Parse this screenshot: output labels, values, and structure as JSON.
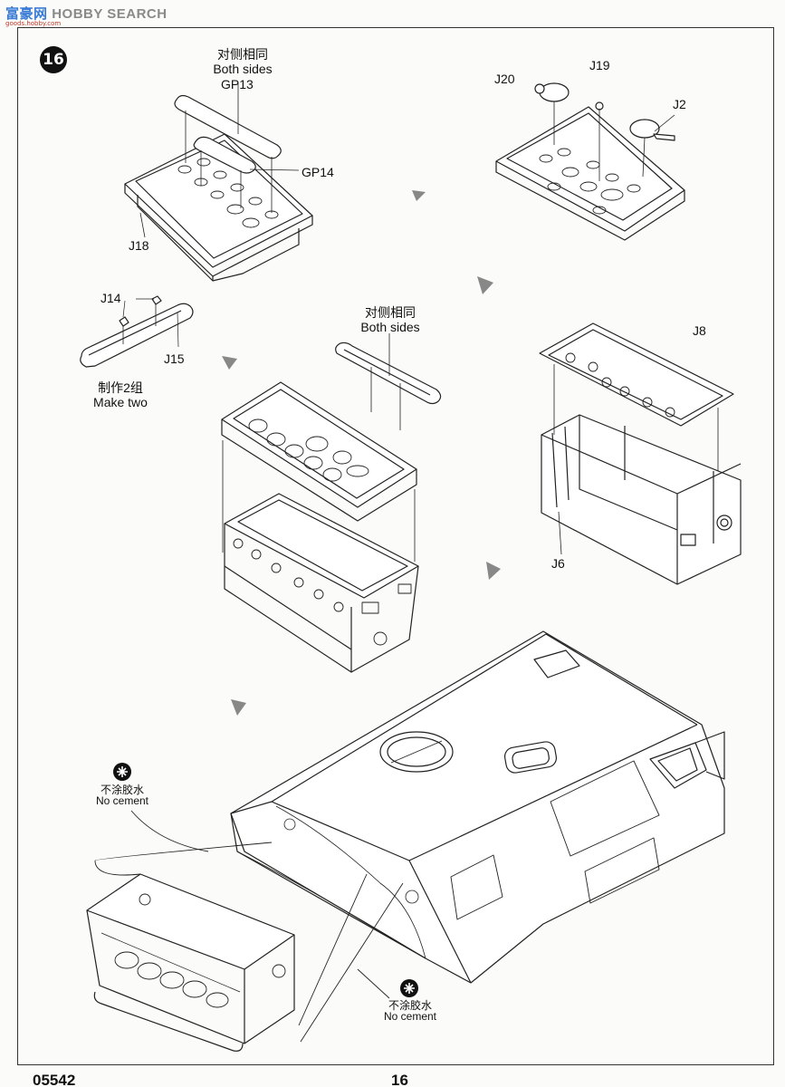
{
  "watermark": {
    "brand_a": "富豪网",
    "brand_b": "HOBBY SEARCH",
    "sub": "goods.hobby.com"
  },
  "step": {
    "number": "16"
  },
  "labels": {
    "both_sides_cn_1": "对侧相同",
    "both_sides_en_1": "Both sides",
    "gp13": "GP13",
    "gp14": "GP14",
    "j18": "J18",
    "j20": "J20",
    "j19": "J19",
    "j2": "J2",
    "j14": "J14",
    "j15": "J15",
    "make_two_cn": "制作2组",
    "make_two_en": "Make two",
    "both_sides_cn_2": "对侧相同",
    "both_sides_en_2": "Both sides",
    "j8": "J8",
    "j6": "J6",
    "no_cement_cn_1": "不涂胶水",
    "no_cement_en_1": "No cement",
    "no_cement_cn_2": "不涂胶水",
    "no_cement_en_2": "No cement"
  },
  "footer": {
    "catalog": "05542",
    "page_number": "16"
  },
  "icons": [
    "no-cement-icon",
    "assembly-arrow-icon"
  ]
}
